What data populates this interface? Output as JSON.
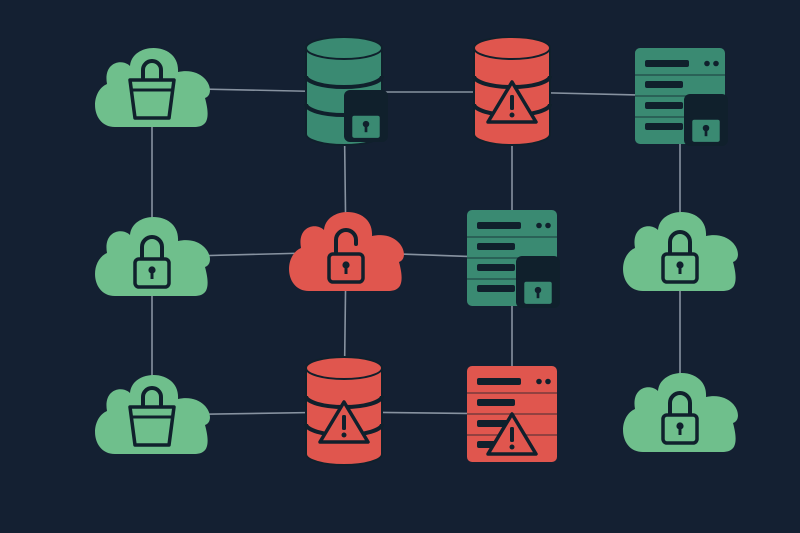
{
  "colors": {
    "background": "#142032",
    "connector": "#8792a0",
    "secure_light": "#6fbf8c",
    "secure_dark": "#3a8a72",
    "alert": "#e0564e",
    "outline": "#10202c",
    "glyph_light": "#ffffff"
  },
  "icons": {
    "cloud": "cloud-icon",
    "database": "database-icon",
    "server": "server-icon",
    "lock": "lock-icon",
    "bucket": "bucket-icon",
    "warning": "warning-icon"
  },
  "nodes": [
    {
      "id": "n1",
      "kind": "cloud",
      "status": "secure",
      "badge": "bucket"
    },
    {
      "id": "n2",
      "kind": "database",
      "status": "secure",
      "badge": "lock"
    },
    {
      "id": "n3",
      "kind": "database",
      "status": "alert",
      "badge": "warning"
    },
    {
      "id": "n4",
      "kind": "server",
      "status": "secure",
      "badge": "lock"
    },
    {
      "id": "n5",
      "kind": "cloud",
      "status": "secure",
      "badge": "lock"
    },
    {
      "id": "n6",
      "kind": "cloud",
      "status": "alert",
      "badge": "lock-open"
    },
    {
      "id": "n7",
      "kind": "server",
      "status": "secure",
      "badge": "lock"
    },
    {
      "id": "n8",
      "kind": "cloud",
      "status": "secure",
      "badge": "lock"
    },
    {
      "id": "n9",
      "kind": "cloud",
      "status": "secure",
      "badge": "bucket"
    },
    {
      "id": "n10",
      "kind": "database",
      "status": "alert",
      "badge": "warning"
    },
    {
      "id": "n11",
      "kind": "server",
      "status": "alert",
      "badge": "warning"
    },
    {
      "id": "n12",
      "kind": "cloud",
      "status": "secure",
      "badge": "lock"
    }
  ],
  "edges": [
    [
      "n1",
      "n2"
    ],
    [
      "n2",
      "n3"
    ],
    [
      "n3",
      "n4"
    ],
    [
      "n5",
      "n6"
    ],
    [
      "n6",
      "n7"
    ],
    [
      "n9",
      "n10"
    ],
    [
      "n10",
      "n11"
    ],
    [
      "n1",
      "n5"
    ],
    [
      "n5",
      "n9"
    ],
    [
      "n2",
      "n6"
    ],
    [
      "n6",
      "n10"
    ],
    [
      "n3",
      "n7"
    ],
    [
      "n7",
      "n11"
    ],
    [
      "n4",
      "n8"
    ],
    [
      "n8",
      "n12"
    ]
  ]
}
